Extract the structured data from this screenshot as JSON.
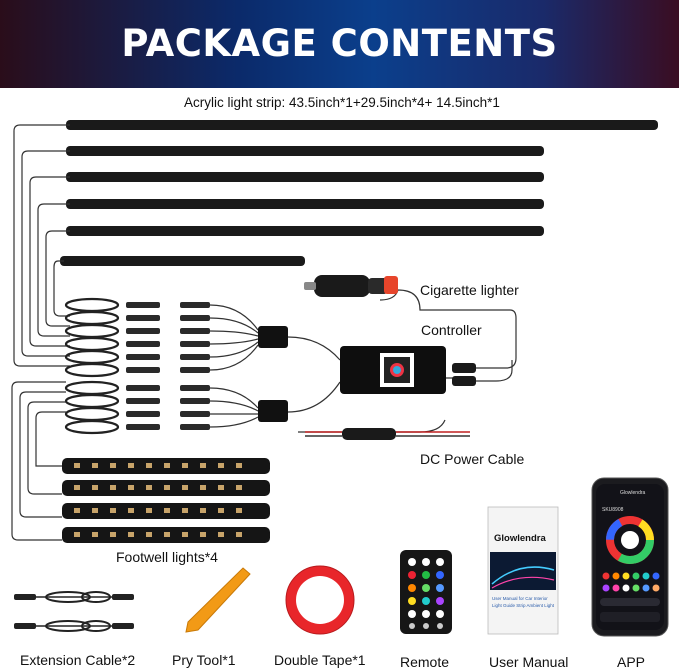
{
  "header": {
    "title": "PACKAGE CONTENTS"
  },
  "labels": {
    "strip": "Acrylic light strip: 43.5inch*1+29.5inch*4+ 14.5inch*1",
    "cigarette": "Cigarette lighter",
    "controller": "Controller",
    "dc_power": "DC Power Cable",
    "footwell": "Footwell lights*4",
    "extension": "Extension Cable*2",
    "pry_tool": "Pry Tool*1",
    "double_tape": "Double Tape*1",
    "remote": "Remote",
    "user_manual": "User Manual",
    "app": "APP"
  },
  "manual": {
    "brand": "Glowlendra",
    "subtitle_1": "User Manual for Car Interior",
    "subtitle_2": "Light Guide Strip Ambient Light"
  },
  "phone": {
    "app_name": "Glowlendra",
    "device": "SKU8908"
  },
  "colors": {
    "banner_blue": "#0b3f8c",
    "tape_red": "#e8262a",
    "tool_orange": "#f29a16",
    "strip_black": "#1a1a1a"
  }
}
